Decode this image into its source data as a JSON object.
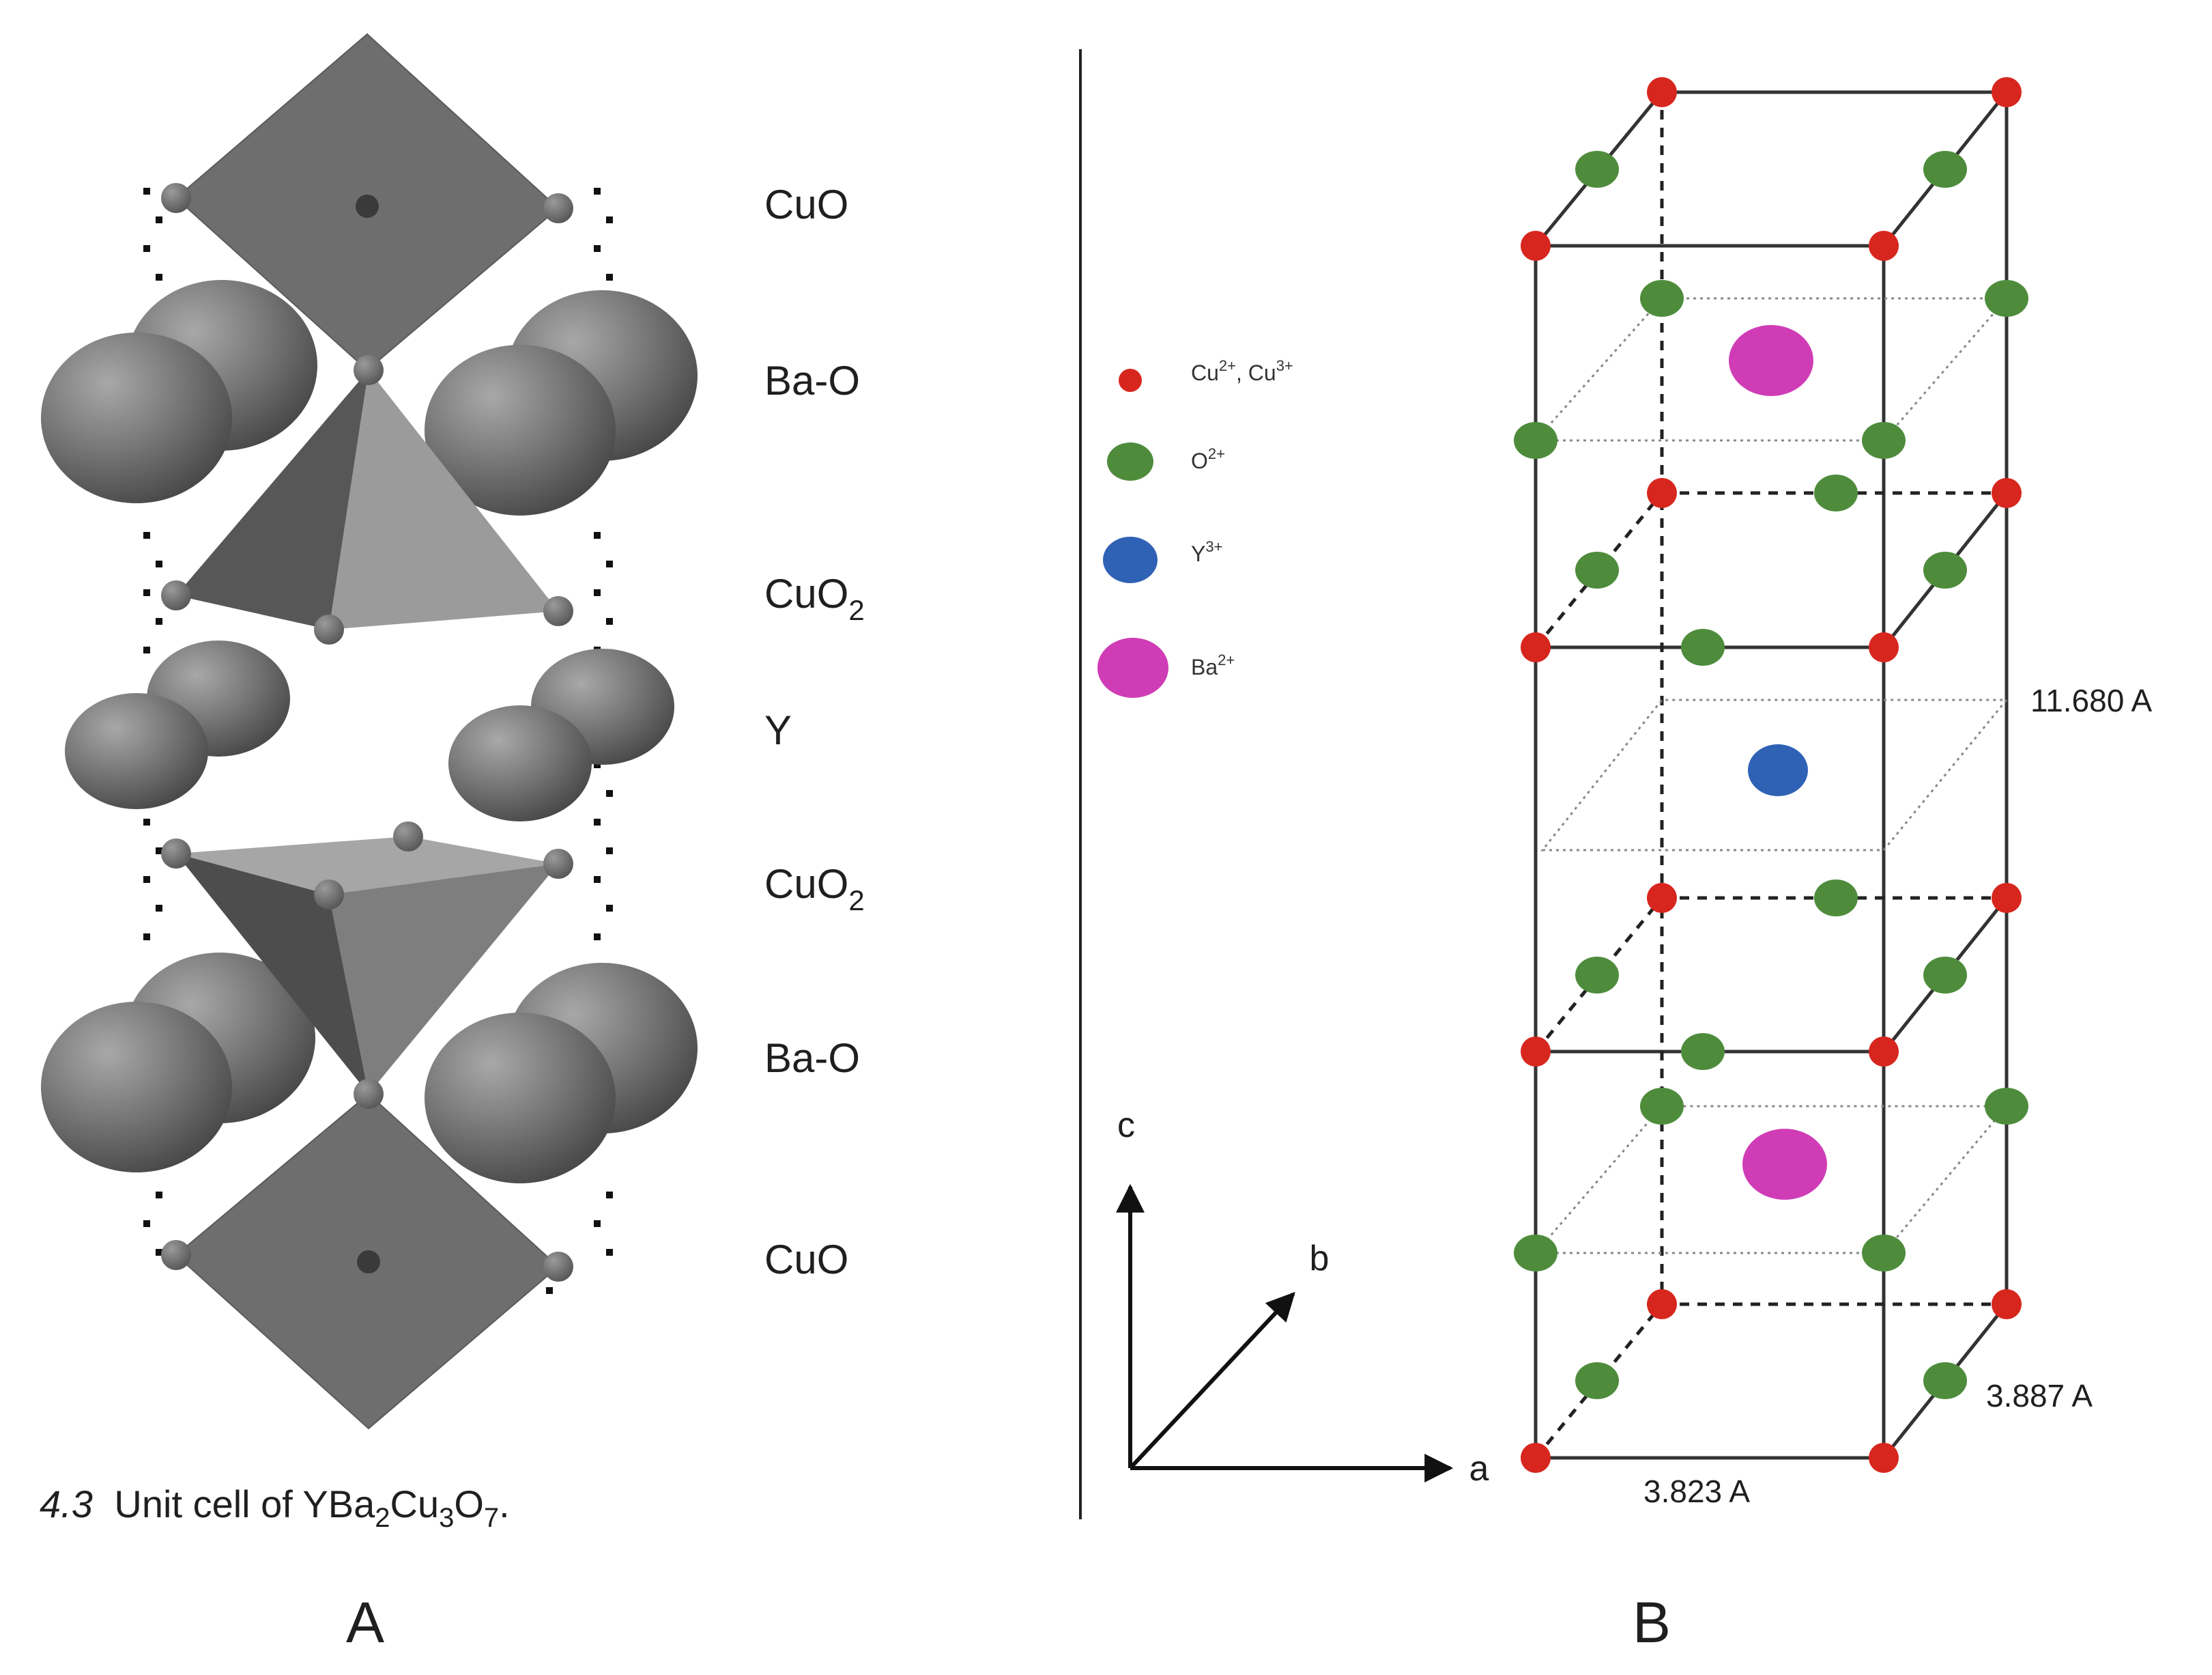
{
  "panel_a": {
    "layer_labels": [
      {
        "base": "CuO",
        "sub": ""
      },
      {
        "base": "Ba-O",
        "sub": ""
      },
      {
        "base": "CuO",
        "sub": "2"
      },
      {
        "base": "Y",
        "sub": ""
      },
      {
        "base": "CuO",
        "sub": "2"
      },
      {
        "base": "Ba-O",
        "sub": ""
      },
      {
        "base": "CuO",
        "sub": ""
      }
    ],
    "caption_number": "4.3",
    "caption_text": "Unit cell of YBa",
    "caption_formula": [
      {
        "t": "2",
        "sub": true
      },
      {
        "t": "Cu",
        "sub": false
      },
      {
        "t": "3",
        "sub": true
      },
      {
        "t": "O",
        "sub": false
      },
      {
        "t": "7",
        "sub": true
      },
      {
        "t": ".",
        "sub": false
      }
    ],
    "panel_letter": "A"
  },
  "panel_b": {
    "legend": [
      {
        "label": "Cu",
        "sup1": "2+",
        "mid": ", Cu",
        "sup2": "3+",
        "color": "#d7261e"
      },
      {
        "label": "O",
        "sup1": "2+",
        "mid": "",
        "sup2": "",
        "color": "#4e8c3c"
      },
      {
        "label": "Y",
        "sup1": "3+",
        "mid": "",
        "sup2": "",
        "color": "#2f62b5"
      },
      {
        "label": "Ba",
        "sup1": "2+",
        "mid": "",
        "sup2": "",
        "color": "#d03cb6"
      }
    ],
    "axes": {
      "c": "c",
      "b": "b",
      "a": "a"
    },
    "dimensions": {
      "height": "11.680 A",
      "depth": "3.887 A",
      "width": "3.823 A"
    },
    "panel_letter": "B",
    "colors": {
      "cu": "#d7261e",
      "o": "#4e8c3c",
      "y": "#2f62b5",
      "ba": "#d03cb6",
      "grey_atom": "#6f6f6f"
    }
  }
}
